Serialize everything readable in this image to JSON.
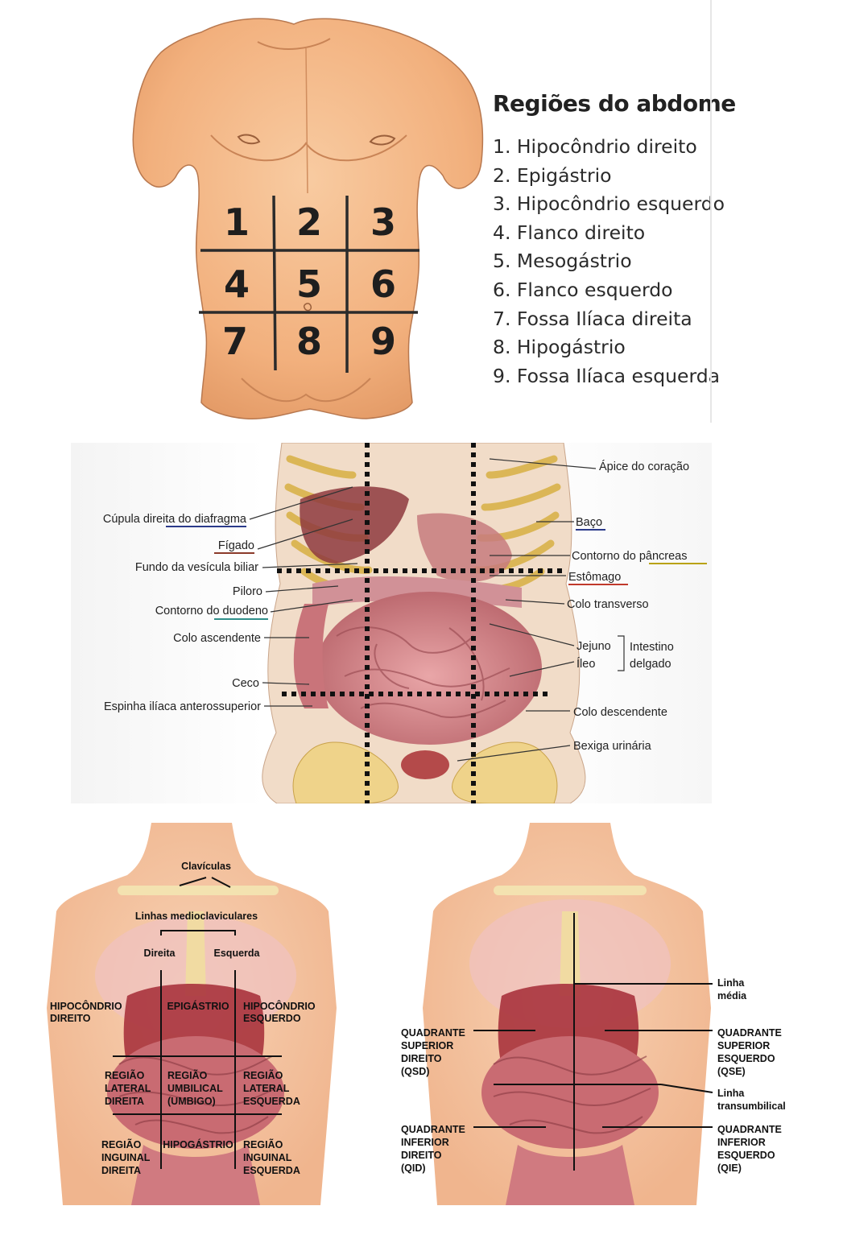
{
  "panel1": {
    "title": "Regiões do abdome",
    "region_numbers": [
      "1",
      "2",
      "3",
      "4",
      "5",
      "6",
      "7",
      "8",
      "9"
    ],
    "items": [
      "1. Hipocôndrio direito",
      "2. Epigástrio",
      "3. Hipocôndrio esquerdo",
      "4. Flanco direito",
      "5. Mesogástrio",
      "6. Flanco esquerdo",
      "7. Fossa Ilíaca direita",
      "8. Hipogástrio",
      "9. Fossa Ilíaca esquerda"
    ]
  },
  "panel2": {
    "left_labels": {
      "diaphragm": "Cúpula direita do diafragma",
      "liver": "Fígado",
      "gallbladder": "Fundo da vesícula biliar",
      "pylorus": "Piloro",
      "duodenum": "Contorno do duodeno",
      "ascending_colon": "Colo ascendente",
      "cecum": "Ceco",
      "iliac_spine": "Espinha ilíaca anterossuperior"
    },
    "right_labels": {
      "heart_apex": "Ápice do coração",
      "spleen": "Baço",
      "pancreas": "Contorno do pâncreas",
      "stomach": "Estômago",
      "transverse_colon": "Colo transverso",
      "jejunum": "Jejuno",
      "ileum": "Íleo",
      "small_intestine_1": "Intestino",
      "small_intestine_2": "delgado",
      "descending_colon": "Colo descendente",
      "bladder": "Bexiga urinária"
    },
    "underline_colors": {
      "diaphragm": "#2b3a8a",
      "liver": "#8b3a2a",
      "duodenum": "#2f8f8a",
      "spleen": "#2b3a8a",
      "pancreas": "#b9a20c",
      "stomach": "#c0392b"
    }
  },
  "panel3": {
    "clavicles": "Clavículas",
    "midclavicular": "Linhas medioclaviculares",
    "right": "Direita",
    "left": "Esquerda",
    "hipo_dir": [
      "HIPOCÔNDRIO",
      "DIREITO"
    ],
    "epigastrio": "EPIGÁSTRIO",
    "hipo_esq": [
      "HIPOCÔNDRIO",
      "ESQUERDO"
    ],
    "lat_dir": [
      "REGIÃO",
      "LATERAL",
      "DIREITA"
    ],
    "umbilical": [
      "REGIÃO",
      "UMBILICAL",
      "(UMBIGO)"
    ],
    "lat_esq": [
      "REGIÃO",
      "LATERAL",
      "ESQUERDA"
    ],
    "ing_dir": [
      "REGIÃO",
      "INGUINAL",
      "DIREITA"
    ],
    "hipogastrio": "HIPOGÁSTRIO",
    "ing_esq": [
      "REGIÃO",
      "INGUINAL",
      "ESQUERDA"
    ]
  },
  "panel4": {
    "linha_media": [
      "Linha",
      "média"
    ],
    "qsd": [
      "QUADRANTE",
      "SUPERIOR",
      "DIREITO",
      "(QSD)"
    ],
    "qse": [
      "QUADRANTE",
      "SUPERIOR",
      "ESQUERDO",
      "(QSE)"
    ],
    "linha_trans": [
      "Linha",
      "transumbilical"
    ],
    "qid": [
      "QUADRANTE",
      "INFERIOR",
      "DIREITO",
      "(QID)"
    ],
    "qie": [
      "QUADRANTE",
      "INFERIOR",
      "ESQUERDO",
      "(QIE)"
    ]
  },
  "colors": {
    "skin": "#f4b98a",
    "skin_shadow": "#e39a66",
    "organ": "#c9505a",
    "intestine": "#d98a8e",
    "bone": "#efd38a",
    "rib_line": "#d9b24a"
  }
}
